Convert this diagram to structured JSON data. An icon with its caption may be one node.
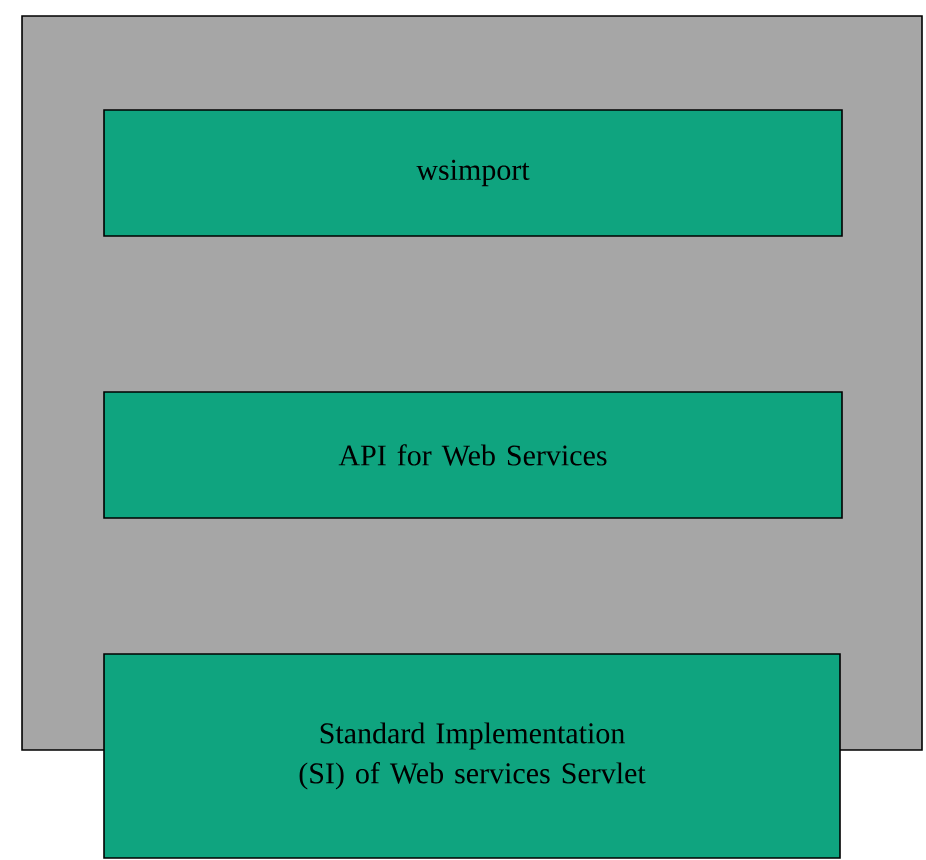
{
  "diagram": {
    "nodes": [
      {
        "text": [],
        "shape": "box"
      },
      {
        "text": [
          "wsimport"
        ],
        "in": 0
      },
      {
        "text": [
          "API for Web Services"
        ],
        "in": 0
      },
      {
        "text": [
          "Standard Implementation (SI) of Web services Servlet"
        ]
      }
    ]
  }
}
